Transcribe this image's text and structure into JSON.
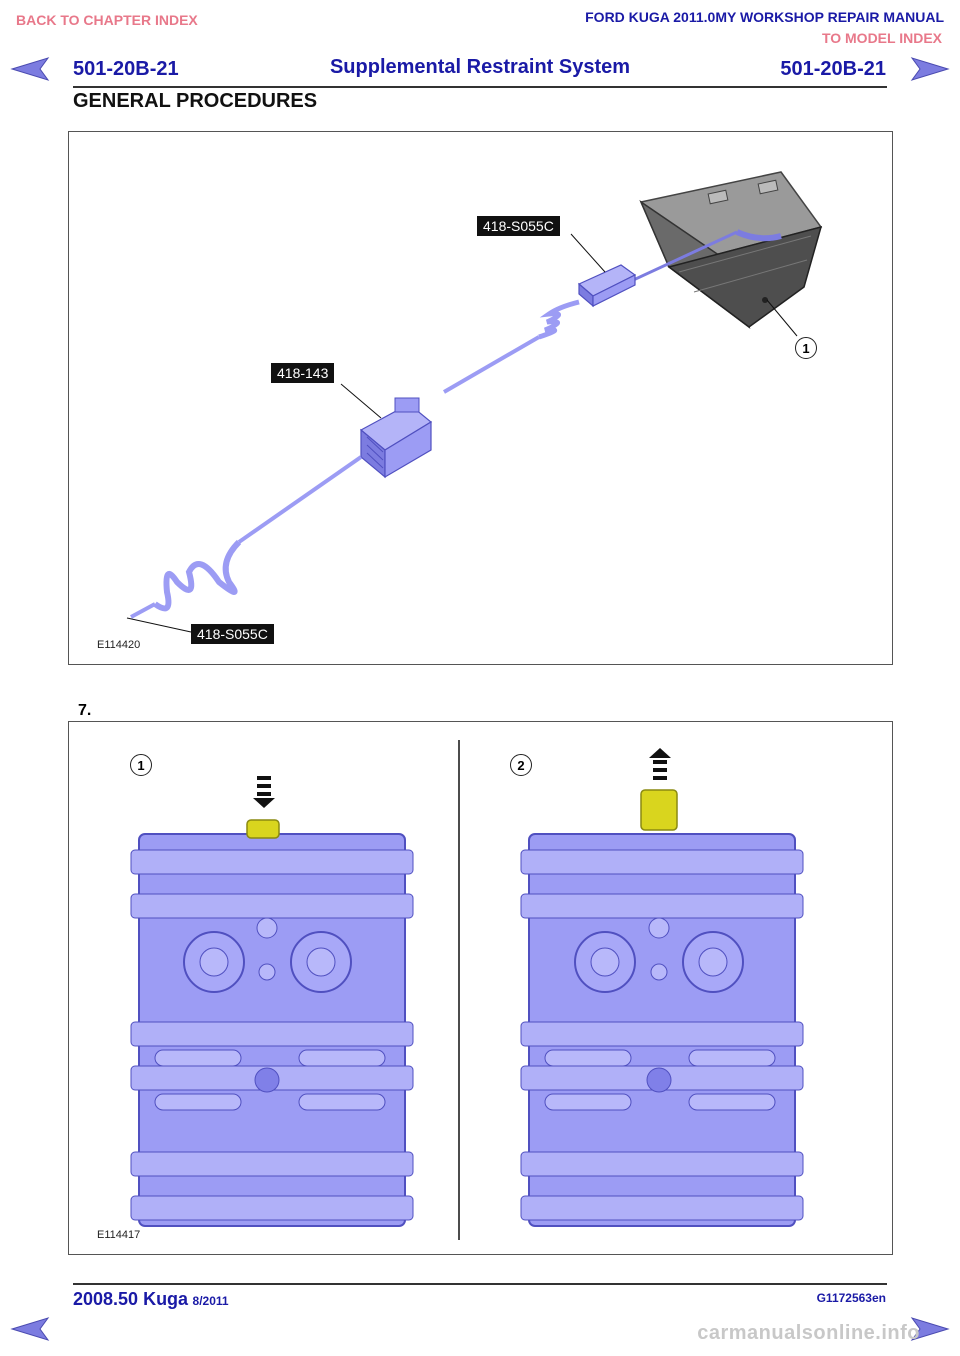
{
  "nav": {
    "back_chapter": "BACK TO CHAPTER INDEX",
    "manual_title": "FORD KUGA 2011.0MY WORKSHOP REPAIR MANUAL",
    "model_index": "TO MODEL INDEX"
  },
  "header": {
    "page_left": "501-20B-21",
    "title": "Supplemental Restraint System",
    "page_right": "501-20B-21",
    "section": "GENERAL PROCEDURES"
  },
  "figure1": {
    "code": "E114420",
    "tag_top": "418-S055C",
    "tag_mid": "418-143",
    "tag_bottom": "418-S055C",
    "callout": "1"
  },
  "step": {
    "number": "7."
  },
  "figure2": {
    "code": "E114417",
    "callout_left": "1",
    "callout_right": "2"
  },
  "footer": {
    "model": "2008.50 Kuga",
    "date": "8/2011",
    "code": "G1172563en"
  },
  "watermark": "carmanualsonline.info",
  "colors": {
    "link_pink": "#e8788a",
    "title_blue": "#1a1aa6",
    "part_fill": "#9c9cf4",
    "connector_yellow": "#d9d51e",
    "arrow_purple": "#7c7ce0"
  },
  "icons": {
    "prev": "arrow-left-icon",
    "next": "arrow-right-icon"
  }
}
